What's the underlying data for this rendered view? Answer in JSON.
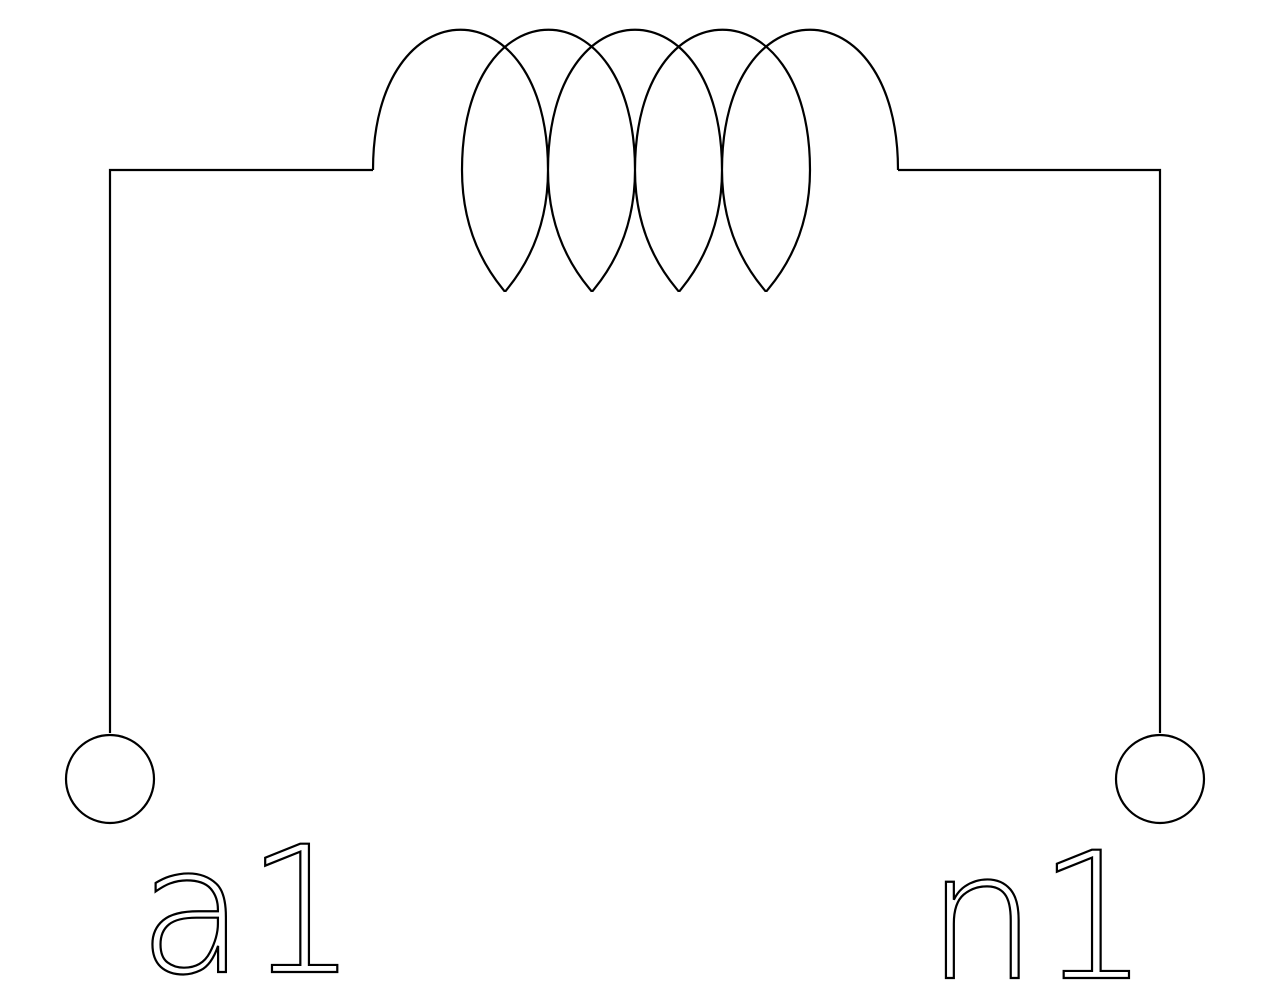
{
  "diagram": {
    "component": "inductor",
    "coil_turns": 5,
    "colors": {
      "line": "#000000",
      "background": "#ffffff"
    },
    "terminals": [
      {
        "id": "left",
        "label": "a1"
      },
      {
        "id": "right",
        "label": "n1"
      }
    ]
  }
}
